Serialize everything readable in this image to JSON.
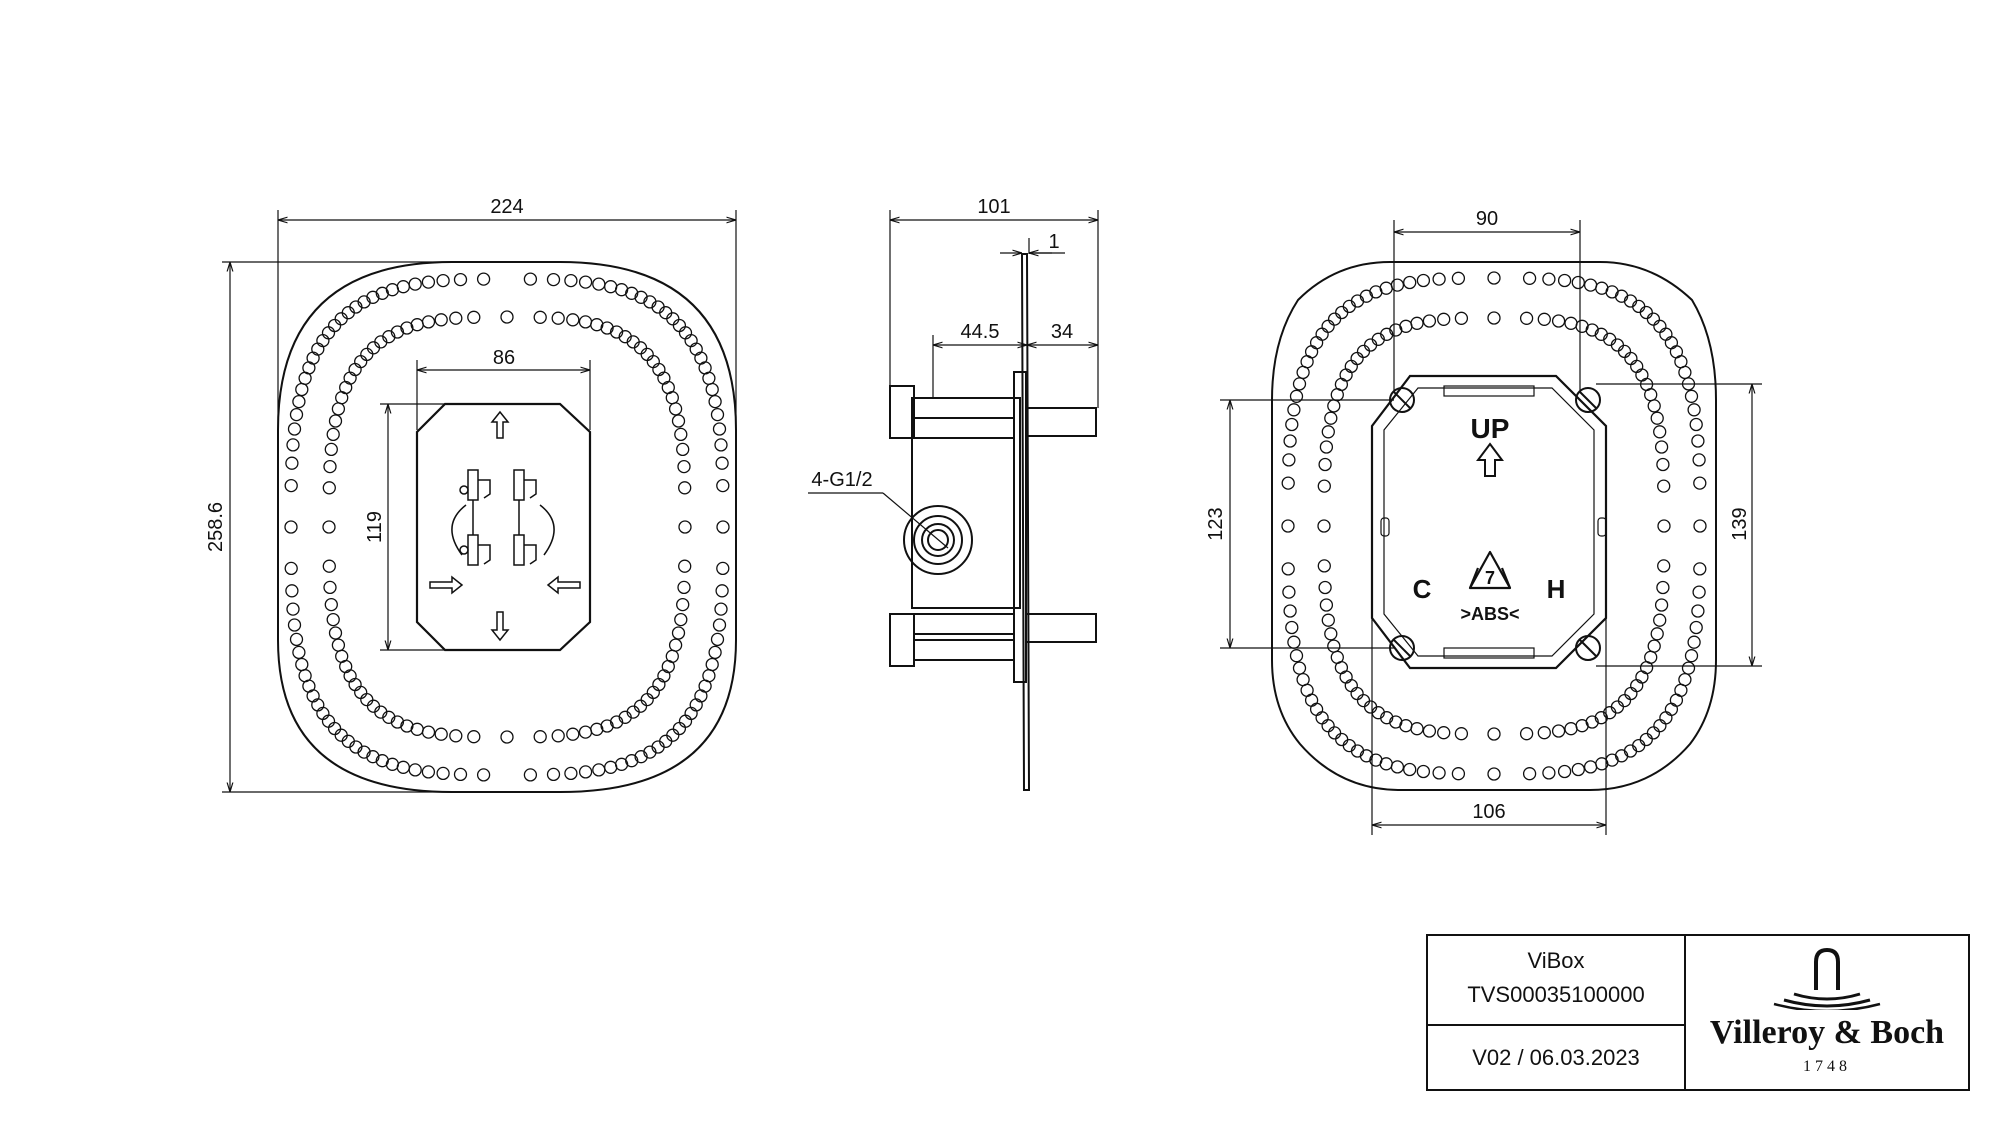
{
  "front_view": {
    "dim_width_outer": "224",
    "dim_height_outer": "258.6",
    "dim_width_inner": "86",
    "dim_height_inner": "119"
  },
  "side_view": {
    "dim_depth_total": "101",
    "dim_plate": "1",
    "dim_body": "44.5",
    "dim_front": "34",
    "connection_label": "4-G1/2"
  },
  "back_view": {
    "dim_top": "90",
    "dim_bottom": "106",
    "dim_left": "123",
    "dim_right": "139",
    "label_up": "UP",
    "label_cold": "C",
    "label_hot": "H",
    "recycle_number": "7",
    "material_label": ">ABS<"
  },
  "title_block": {
    "product_name": "ViBox",
    "article_number": "TVS00035100000",
    "version_date": "V02 / 06.03.2023",
    "brand_name": "Villeroy & Boch",
    "brand_year": "1748"
  }
}
